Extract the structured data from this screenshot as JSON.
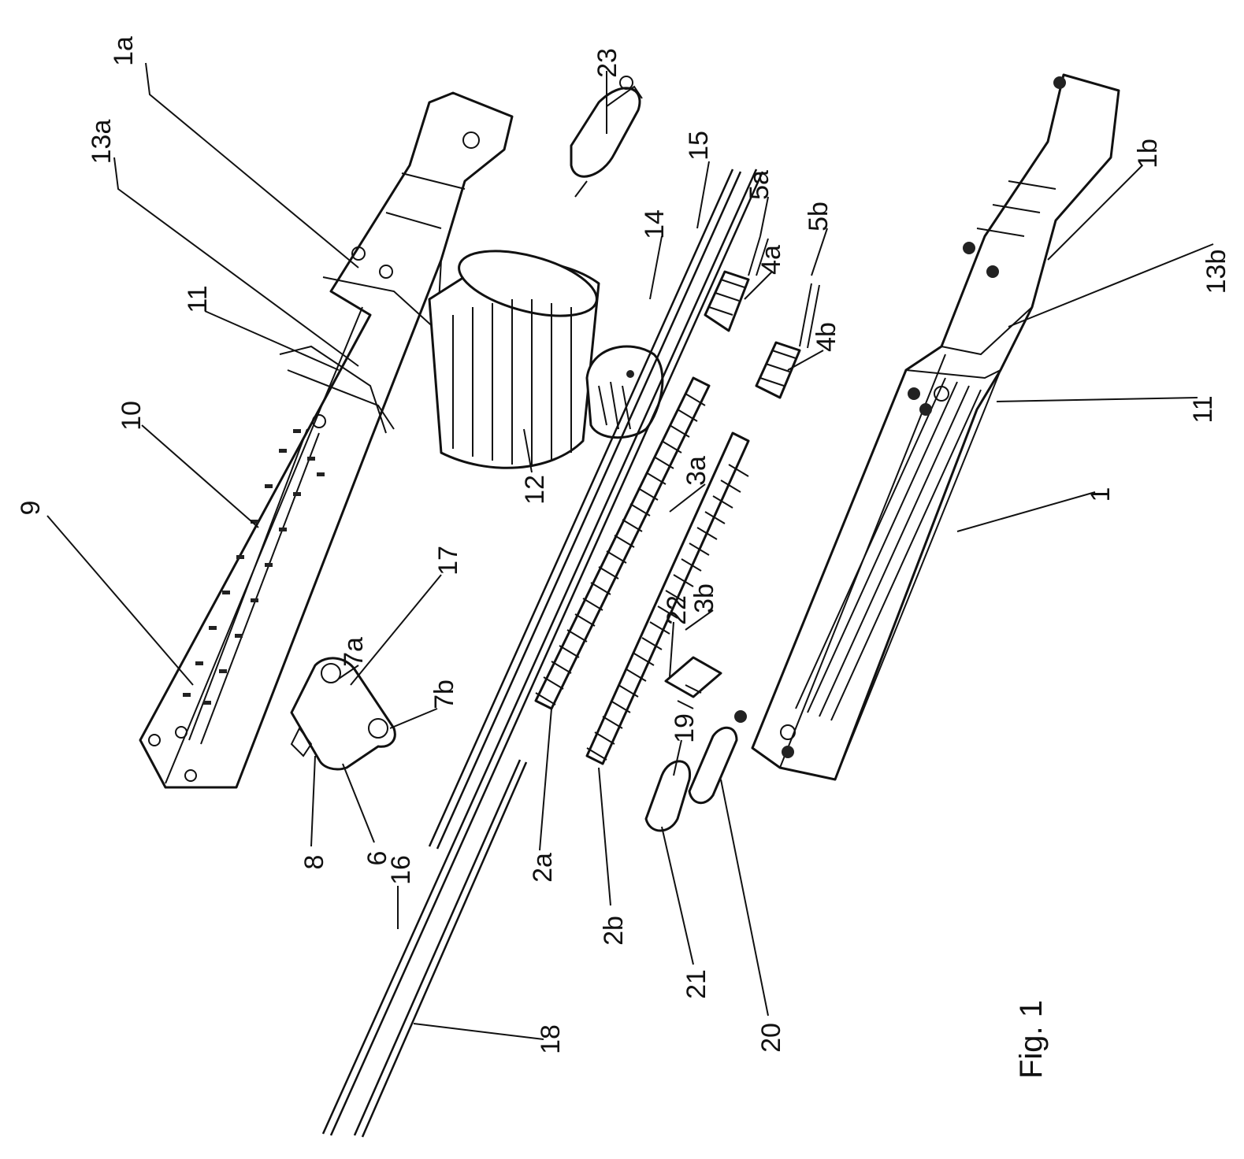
{
  "figure": {
    "caption": "Fig. 1",
    "labels": {
      "l1a": "1a",
      "l13a": "13a",
      "l11_top": "11",
      "l10": "10",
      "l9": "9",
      "l23": "23",
      "l15": "15",
      "l5a": "5a",
      "l5b": "5b",
      "l14": "14",
      "l4a": "4a",
      "l4b": "4b",
      "l12": "12",
      "l3a": "3a",
      "l3b": "3b",
      "l17": "17",
      "l7a": "7a",
      "l7b": "7b",
      "l22": "22",
      "l19": "19",
      "l8": "8",
      "l6": "6",
      "l2a": "2a",
      "l2b": "2b",
      "l16": "16",
      "l18": "18",
      "l21": "21",
      "l20": "20",
      "l1b": "1b",
      "l13b": "13b",
      "l11_bottom": "11",
      "l1": "1"
    }
  }
}
